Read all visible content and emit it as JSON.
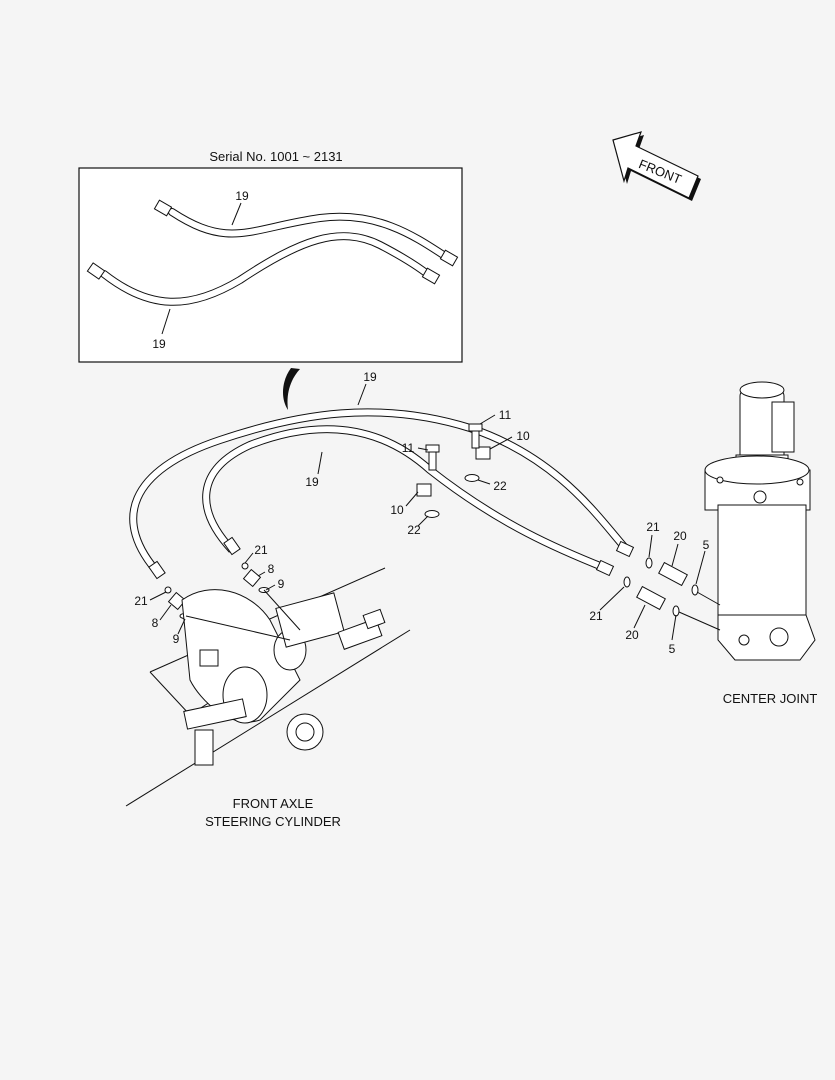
{
  "inset": {
    "title": "Serial No. 1001 ~ 2131",
    "labels": [
      "19",
      "19"
    ]
  },
  "front_arrow": {
    "label": "FRONT"
  },
  "captions": {
    "center_joint": "CENTER JOINT",
    "front_axle_line1": "FRONT AXLE",
    "front_axle_line2": "STEERING CYLINDER"
  },
  "callouts": {
    "hose_upper": "19",
    "hose_lower": "19",
    "bolt_right": "11",
    "bolt_left": "11",
    "clamp_right": "10",
    "clamp_left": "10",
    "washer_right": "22",
    "washer_left": "22",
    "oring_left_upper": "21",
    "oring_left_lower": "21",
    "adapter_left_upper": "8",
    "adapter_left_lower": "8",
    "seal_left_upper": "9",
    "seal_left_lower": "9",
    "oring_right_upper": "21",
    "oring_right_lower": "21",
    "connector_right_upper": "20",
    "connector_right_lower": "20",
    "seal_right_upper": "5",
    "seal_right_lower": "5"
  }
}
